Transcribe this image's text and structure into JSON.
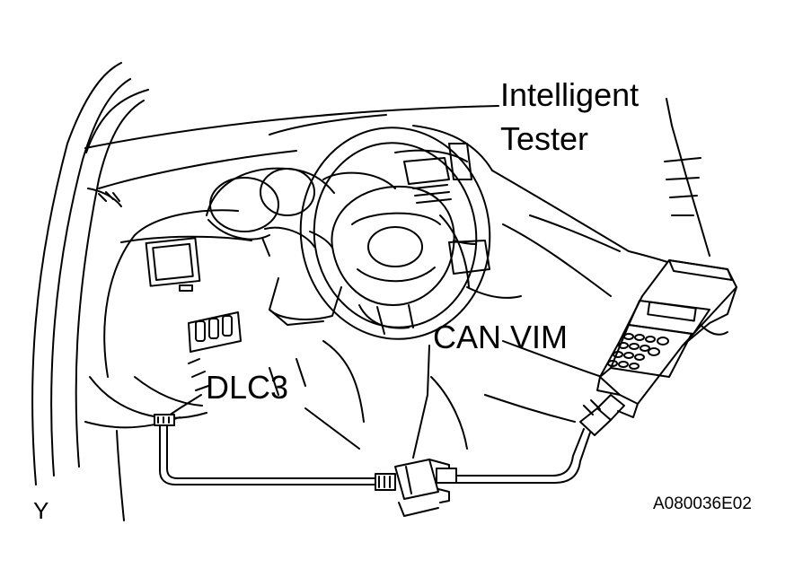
{
  "labels": {
    "tester_line1": "Intelligent",
    "tester_line2": "Tester",
    "can_vim": "CAN VIM",
    "dlc3": "DLC3",
    "view_letter": "Y",
    "figure_code": "A080036E02"
  },
  "colors": {
    "ink": "#000000",
    "background": "#ffffff"
  }
}
